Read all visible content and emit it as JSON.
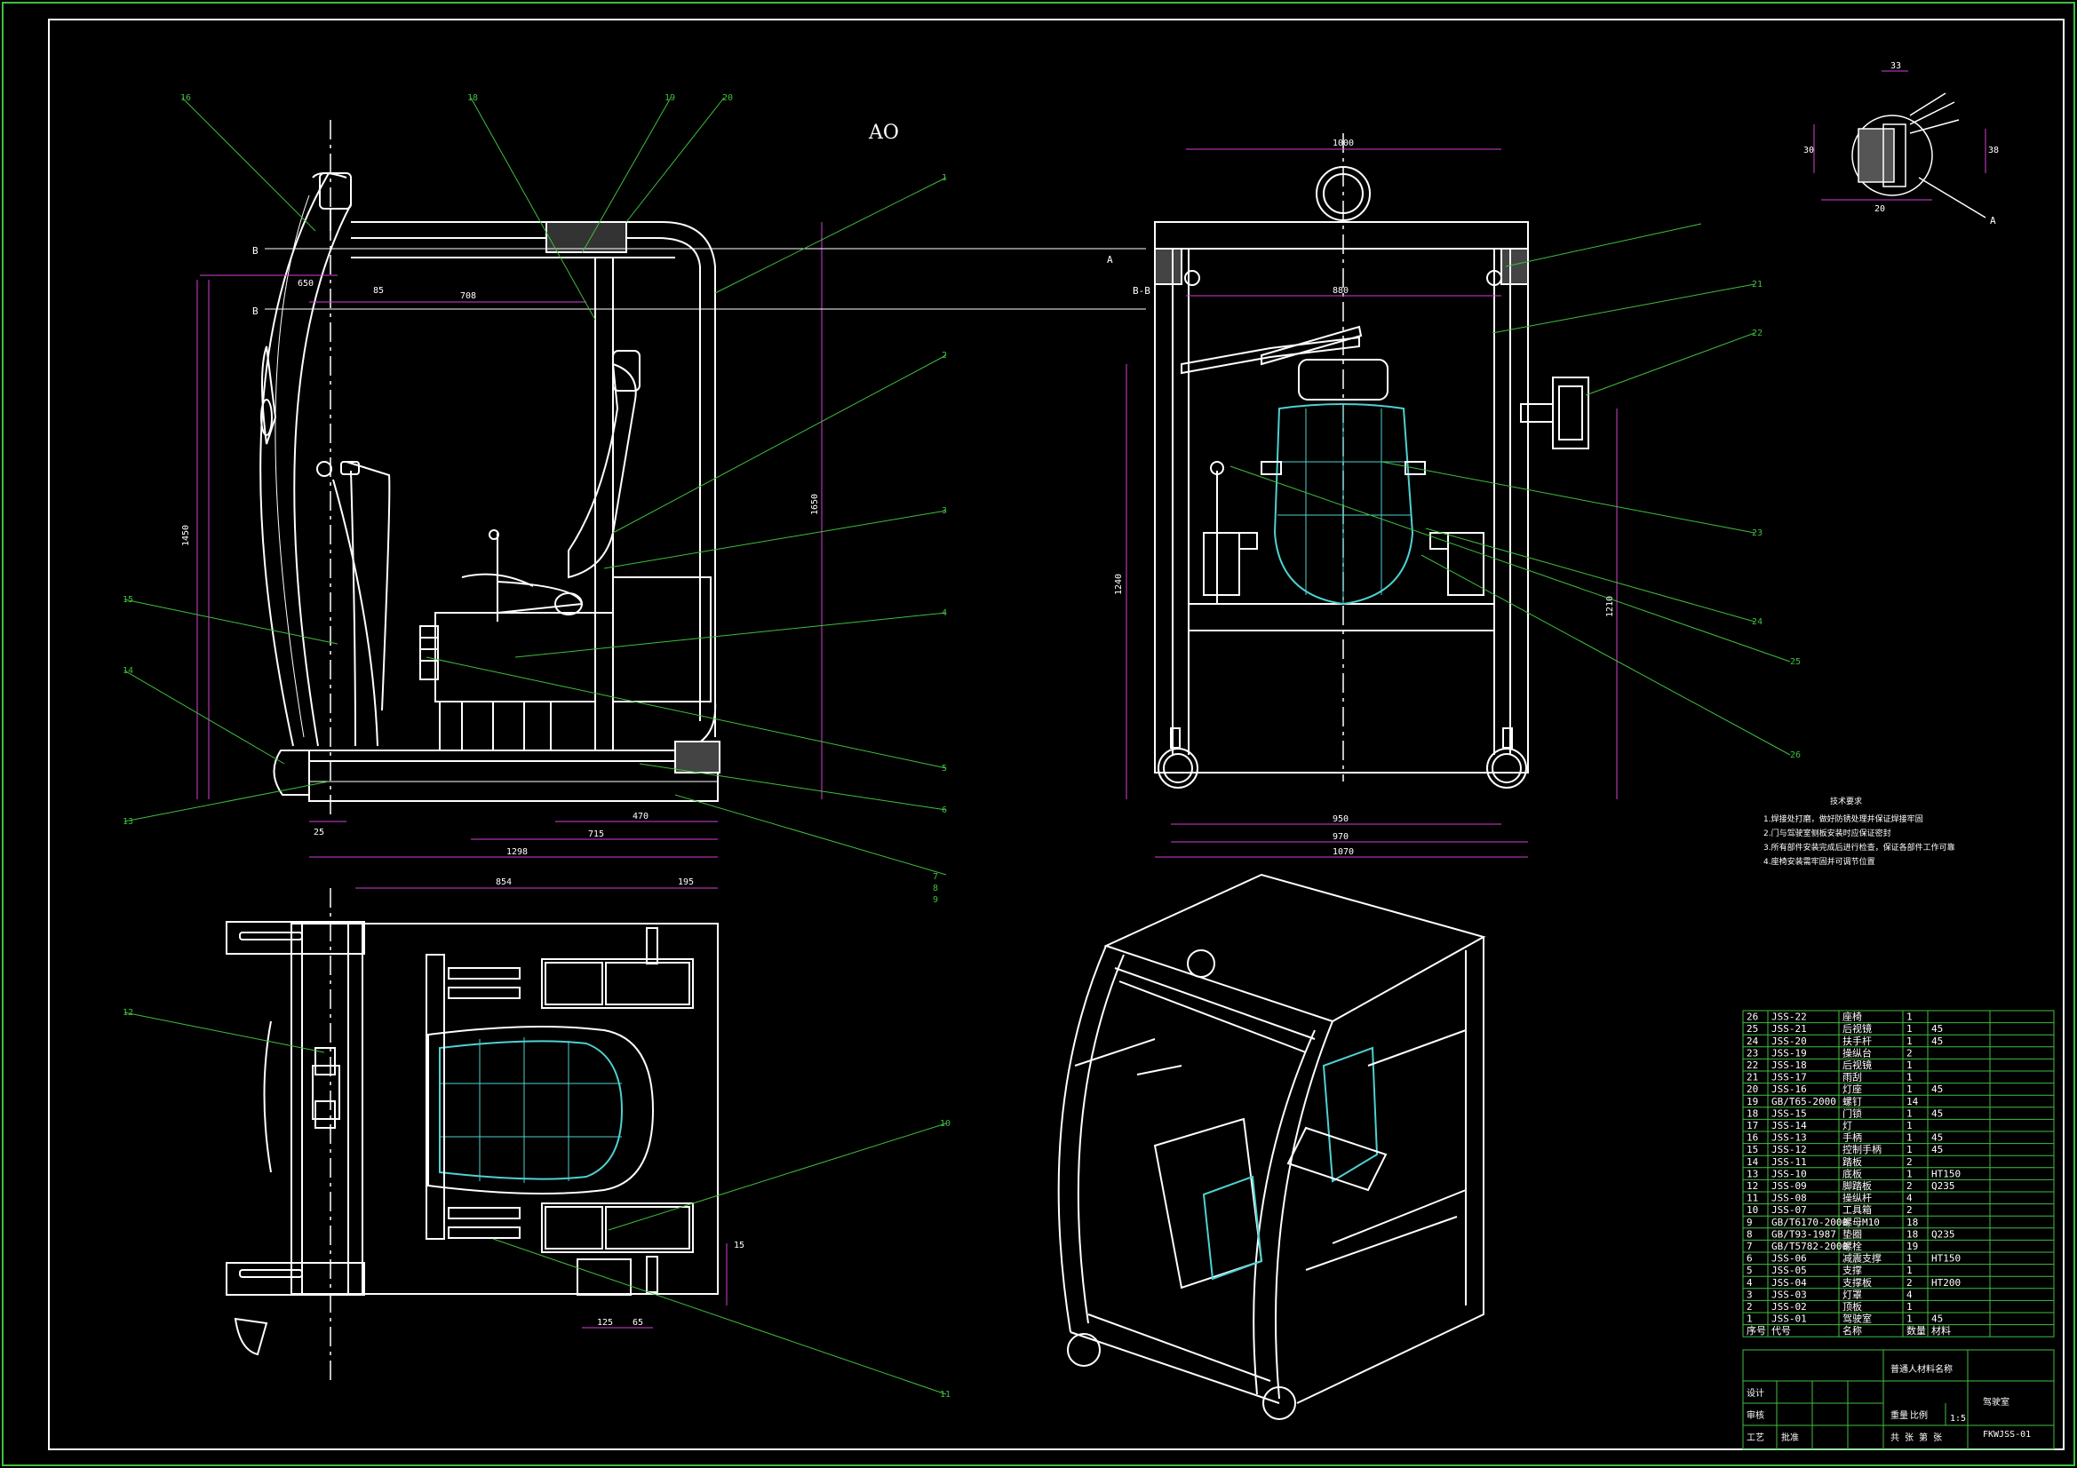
{
  "sheet": {
    "view_title": "AO",
    "drawing_number": "FKWJSS-01",
    "scale": "1:5",
    "part_name": "驾驶室",
    "material_note": "普通人材料名称"
  },
  "section_labels": {
    "b1": "B",
    "b2": "B",
    "a": "A",
    "bb": "B-B",
    "detail_a": "A"
  },
  "balloons": {
    "side": [
      "16",
      "18",
      "19",
      "20",
      "1",
      "2",
      "3",
      "4",
      "5",
      "6",
      "7",
      "8",
      "9",
      "15",
      "14",
      "13"
    ],
    "top": [
      "12",
      "10",
      "11"
    ],
    "front": [
      "21",
      "22",
      "23",
      "24",
      "25",
      "26"
    ]
  },
  "dimensions": {
    "side": [
      "708",
      "85",
      "650",
      "1450",
      "1650",
      "25",
      "470",
      "715",
      "1298"
    ],
    "top": [
      "854",
      "195",
      "15",
      "125",
      "65"
    ],
    "front": [
      "1000",
      "880",
      "1240",
      "1210",
      "950",
      "970",
      "1070"
    ],
    "detail": [
      "33",
      "30",
      "38",
      "20"
    ]
  },
  "tech_notes": {
    "title": "技术要求",
    "lines": [
      "1.焊接处打磨，做好防锈处理并保证焊接牢固",
      "2.门与驾驶室侧板安装时应保证密封",
      "3.所有部件安装完成后进行检查，保证各部件工作可靠",
      "4.座椅安装需牢固并可调节位置"
    ]
  },
  "bom": {
    "rows": [
      {
        "no": "26",
        "code": "JSS-22",
        "name": "座椅",
        "qty": "1",
        "mat": ""
      },
      {
        "no": "25",
        "code": "JSS-21",
        "name": "后视镜",
        "qty": "1",
        "mat": "45"
      },
      {
        "no": "24",
        "code": "JSS-20",
        "name": "扶手杆",
        "qty": "1",
        "mat": "45"
      },
      {
        "no": "23",
        "code": "JSS-19",
        "name": "操纵台",
        "qty": "2",
        "mat": ""
      },
      {
        "no": "22",
        "code": "JSS-18",
        "name": "后视镜",
        "qty": "1",
        "mat": ""
      },
      {
        "no": "21",
        "code": "JSS-17",
        "name": "雨刮",
        "qty": "1",
        "mat": ""
      },
      {
        "no": "20",
        "code": "JSS-16",
        "name": "灯座",
        "qty": "1",
        "mat": "45"
      },
      {
        "no": "19",
        "code": "GB/T65-2000",
        "name": "螺钉",
        "qty": "14",
        "mat": ""
      },
      {
        "no": "18",
        "code": "JSS-15",
        "name": "门锁",
        "qty": "1",
        "mat": "45"
      },
      {
        "no": "17",
        "code": "JSS-14",
        "name": "灯",
        "qty": "1",
        "mat": ""
      },
      {
        "no": "16",
        "code": "JSS-13",
        "name": "手柄",
        "qty": "1",
        "mat": "45"
      },
      {
        "no": "15",
        "code": "JSS-12",
        "name": "控制手柄",
        "qty": "1",
        "mat": "45"
      },
      {
        "no": "14",
        "code": "JSS-11",
        "name": "踏板",
        "qty": "2",
        "mat": ""
      },
      {
        "no": "13",
        "code": "JSS-10",
        "name": "底板",
        "qty": "1",
        "mat": "HT150"
      },
      {
        "no": "12",
        "code": "JSS-09",
        "name": "脚踏板",
        "qty": "2",
        "mat": "Q235"
      },
      {
        "no": "11",
        "code": "JSS-08",
        "name": "操纵杆",
        "qty": "4",
        "mat": ""
      },
      {
        "no": "10",
        "code": "JSS-07",
        "name": "工具箱",
        "qty": "2",
        "mat": ""
      },
      {
        "no": "9",
        "code": "GB/T6170-2000",
        "name": "螺母M10",
        "qty": "18",
        "mat": ""
      },
      {
        "no": "8",
        "code": "GB/T93-1987",
        "name": "垫圈",
        "qty": "18",
        "mat": "Q235"
      },
      {
        "no": "7",
        "code": "GB/T5782-2000",
        "name": "螺栓",
        "qty": "19",
        "mat": ""
      },
      {
        "no": "6",
        "code": "JSS-06",
        "name": "减震支撑",
        "qty": "1",
        "mat": "HT150"
      },
      {
        "no": "5",
        "code": "JSS-05",
        "name": "支撑",
        "qty": "1",
        "mat": ""
      },
      {
        "no": "4",
        "code": "JSS-04",
        "name": "支撑板",
        "qty": "2",
        "mat": "HT200"
      },
      {
        "no": "3",
        "code": "JSS-03",
        "name": "灯罩",
        "qty": "4",
        "mat": ""
      },
      {
        "no": "2",
        "code": "JSS-02",
        "name": "顶板",
        "qty": "1",
        "mat": ""
      },
      {
        "no": "1",
        "code": "JSS-01",
        "name": "驾驶室",
        "qty": "1",
        "mat": "45"
      }
    ],
    "headers": {
      "no": "序号",
      "code": "代号",
      "name": "名称",
      "qty": "数量",
      "mat": "材料"
    }
  },
  "title_block": {
    "designer": "设计",
    "checker": "审核",
    "process": "工艺",
    "approve": "批准",
    "weight": "重量",
    "scale_label": "比例",
    "sheet": "共 张 第 张"
  }
}
